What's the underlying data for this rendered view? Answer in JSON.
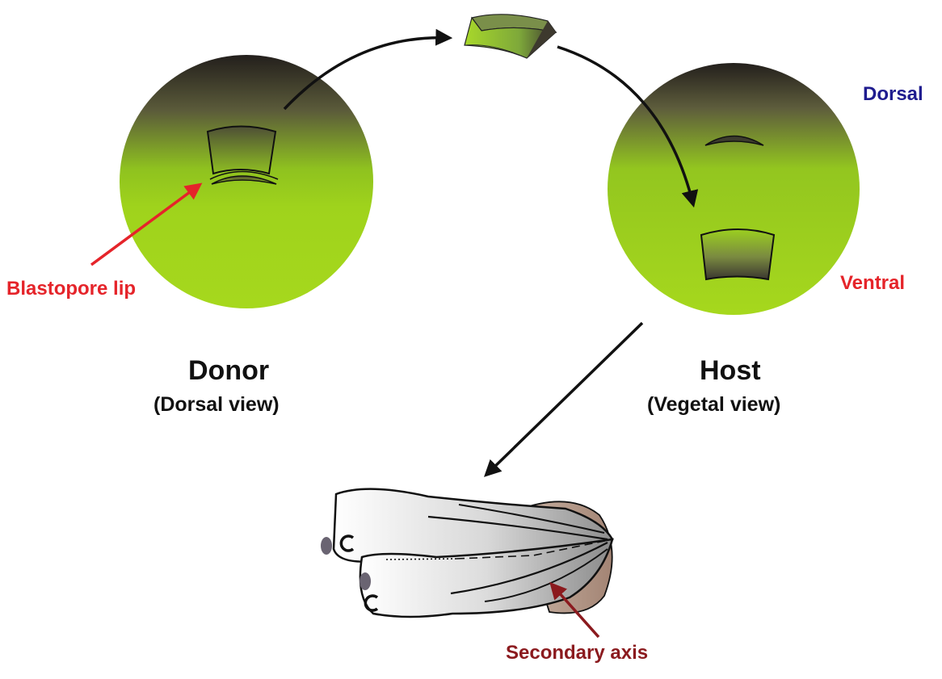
{
  "labels": {
    "blastopore_lip": "Blastopore lip",
    "donor_title": "Donor",
    "donor_view": "(Dorsal view)",
    "host_title": "Host",
    "host_view": "(Vegetal view)",
    "dorsal": "Dorsal",
    "ventral": "Ventral",
    "secondary_axis": "Secondary axis"
  },
  "colors": {
    "embryo_green": "#9ed21c",
    "embryo_dark": "#2a2620",
    "blastopore_label": "#e5242a",
    "dorsal_label": "#1f1c8f",
    "ventral_label": "#e5242a",
    "secondary_axis_label": "#8b1a1e",
    "arrow": "#111111"
  }
}
